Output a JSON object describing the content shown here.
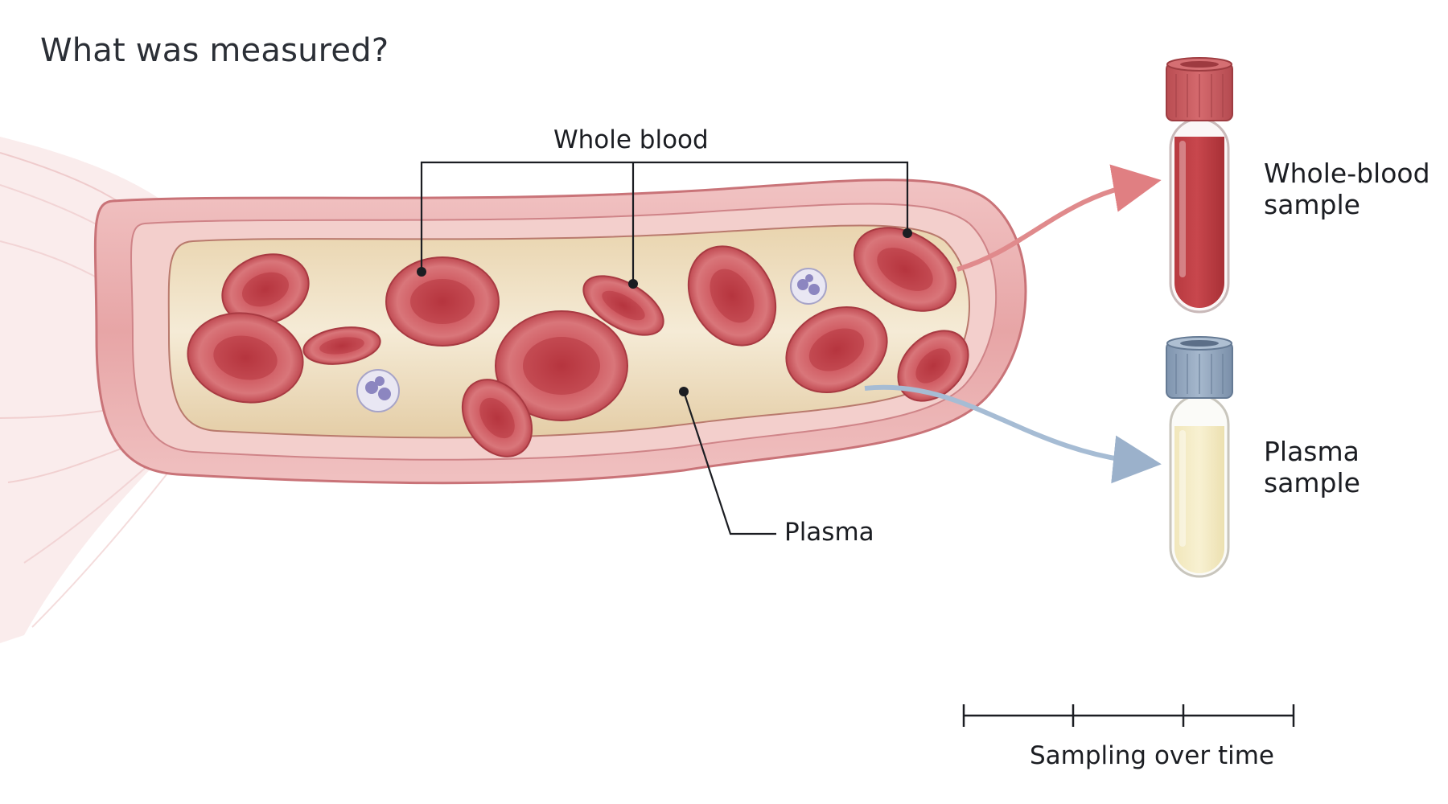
{
  "title": "What was measured?",
  "labels": {
    "whole_blood": "Whole blood",
    "plasma": "Plasma",
    "whole_blood_sample": [
      "Whole-blood",
      "sample"
    ],
    "plasma_sample": [
      "Plasma",
      "sample"
    ],
    "timeline": "Sampling over time"
  },
  "colors": {
    "vessel_wall": "#d98a8e",
    "red_cell": "#c64a52",
    "plasma_fluid": "#efe0c4",
    "whole_blood_arrow": "#e08a8c",
    "plasma_arrow": "#9fb6cf",
    "red_cap": "#c95b5f",
    "blue_cap": "#8ea3bd",
    "plasma_tube_fill": "#f4ecc4"
  },
  "timeline": {
    "ticks": 4
  }
}
